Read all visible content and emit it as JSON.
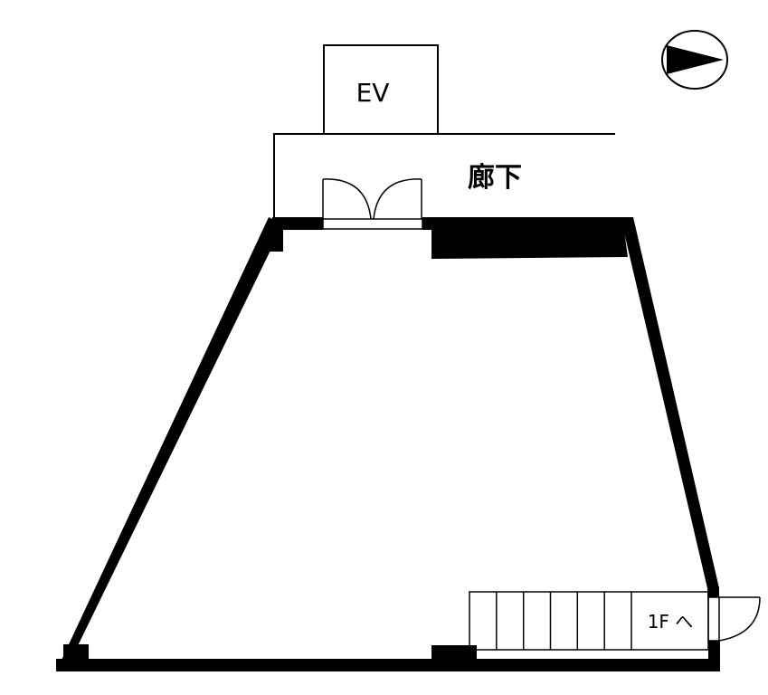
{
  "labels": {
    "elevator": "EV",
    "corridor": "廊下",
    "stairs": "1F へ"
  },
  "colors": {
    "wall": "#000000",
    "background": "#ffffff"
  },
  "icons": {
    "north_marker": "north-arrow-icon"
  },
  "stairs": {
    "step_count": 7
  }
}
